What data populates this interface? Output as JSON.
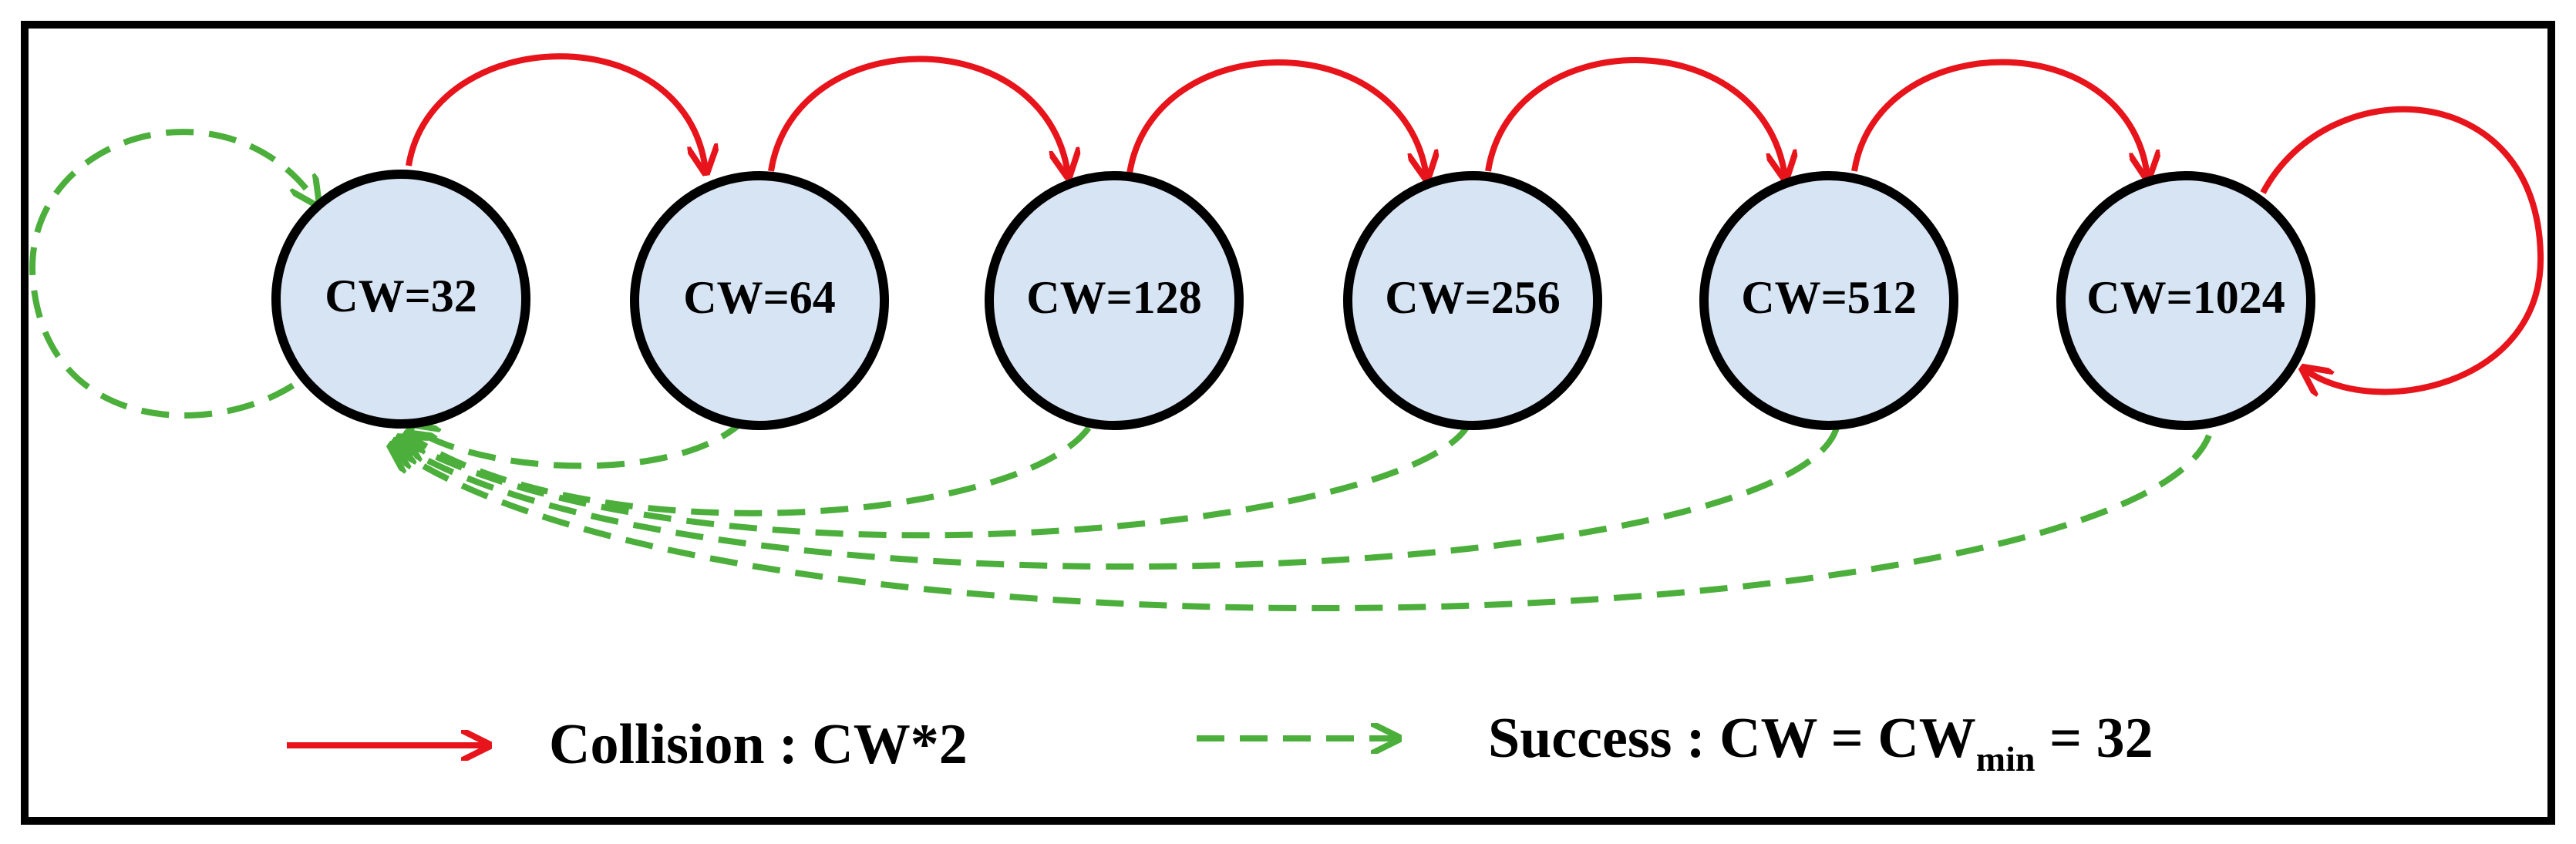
{
  "states": [
    {
      "label": "CW=32"
    },
    {
      "label": "CW=64"
    },
    {
      "label": "CW=128"
    },
    {
      "label": "CW=256"
    },
    {
      "label": "CW=512"
    },
    {
      "label": "CW=1024"
    }
  ],
  "legend": {
    "collision_label": "Collision : CW*2",
    "success_prefix": "Success : CW = CW",
    "success_subscript": "min",
    "success_suffix": " = 32"
  },
  "colors": {
    "collision": "#e8141b",
    "success": "#4caf3c",
    "node_fill": "#d6e4f4",
    "node_stroke": "#000000"
  }
}
